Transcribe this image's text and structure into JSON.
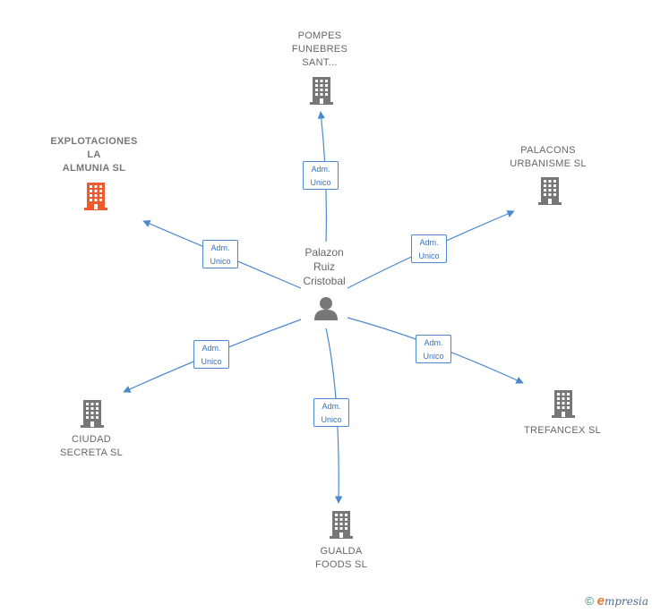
{
  "center": {
    "label": "Palazon\nRuiz\nCristobal",
    "icon": "person-icon"
  },
  "edge_label": "Adm.\nUnico",
  "nodes": [
    {
      "id": "pompes",
      "label": "POMPES\nFUNEBRES\nSANT...",
      "highlight": false,
      "icon": "building-icon"
    },
    {
      "id": "explotaciones",
      "label": "EXPLOTACIONES\nLA\nALMUNIA  SL",
      "highlight": true,
      "icon": "building-icon"
    },
    {
      "id": "palacons",
      "label": "PALACONS\nURBANISME SL",
      "highlight": false,
      "icon": "building-icon"
    },
    {
      "id": "trefancex",
      "label": "TREFANCEX SL",
      "highlight": false,
      "icon": "building-icon"
    },
    {
      "id": "ciudad",
      "label": "CIUDAD\nSECRETA  SL",
      "highlight": false,
      "icon": "building-icon"
    },
    {
      "id": "gualda",
      "label": "GUALDA\nFOODS  SL",
      "highlight": false,
      "icon": "building-icon"
    }
  ],
  "colors": {
    "edge": "#4a89d0",
    "building": "#777777",
    "building_highlight": "#ee5a2e",
    "person": "#777777"
  },
  "footer": {
    "copyright": "©",
    "brand_first": "e",
    "brand_rest": "mpresia"
  }
}
